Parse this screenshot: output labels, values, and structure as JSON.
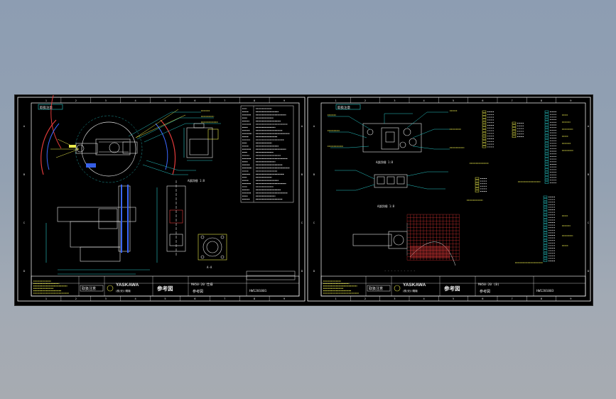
{
  "viewer": {
    "background_top": "#8d9db2",
    "background_bottom": "#a7abb1",
    "sheet_color": "#000000"
  },
  "colors": {
    "frame": "#ffffff",
    "geometry": "#e6e6e6",
    "dimension": "#27c7c7",
    "annotation": "#e9e94b",
    "accent_red": "#e23a3a",
    "accent_blue": "#3b68ff",
    "grid_red": "#c93030"
  },
  "sheets": [
    {
      "id": "left",
      "tag": "取扱注意",
      "zone_numbers": [
        "1",
        "2",
        "3",
        "4",
        "5",
        "6",
        "7",
        "8",
        "9"
      ],
      "zone_letters": [
        "A",
        "B",
        "C",
        "D"
      ],
      "view_label_1": "A部詳細 1:8",
      "view_label_2": "A-A",
      "title_block": {
        "classification": "取扱注意",
        "brand": "YASKAWA",
        "company": "(株)安川電機",
        "doc_title": "参考図",
        "model": "MH50-20 仕様",
        "drawing_no": "HW1201001"
      }
    },
    {
      "id": "right",
      "tag": "取扱注意",
      "zone_numbers": [
        "1",
        "2",
        "3",
        "4",
        "5",
        "6",
        "7",
        "8",
        "9"
      ],
      "zone_letters": [
        "A",
        "B",
        "C",
        "D"
      ],
      "view_label_1": "A部詳細 1:8",
      "view_label_2": "A部詳細 1:8",
      "title_block": {
        "classification": "取扱注意",
        "brand": "YASKAWA",
        "company": "(株)安川電機",
        "doc_title": "参考図",
        "model": "MH50-20 (B)",
        "drawing_no": "HW1201003"
      }
    }
  ]
}
